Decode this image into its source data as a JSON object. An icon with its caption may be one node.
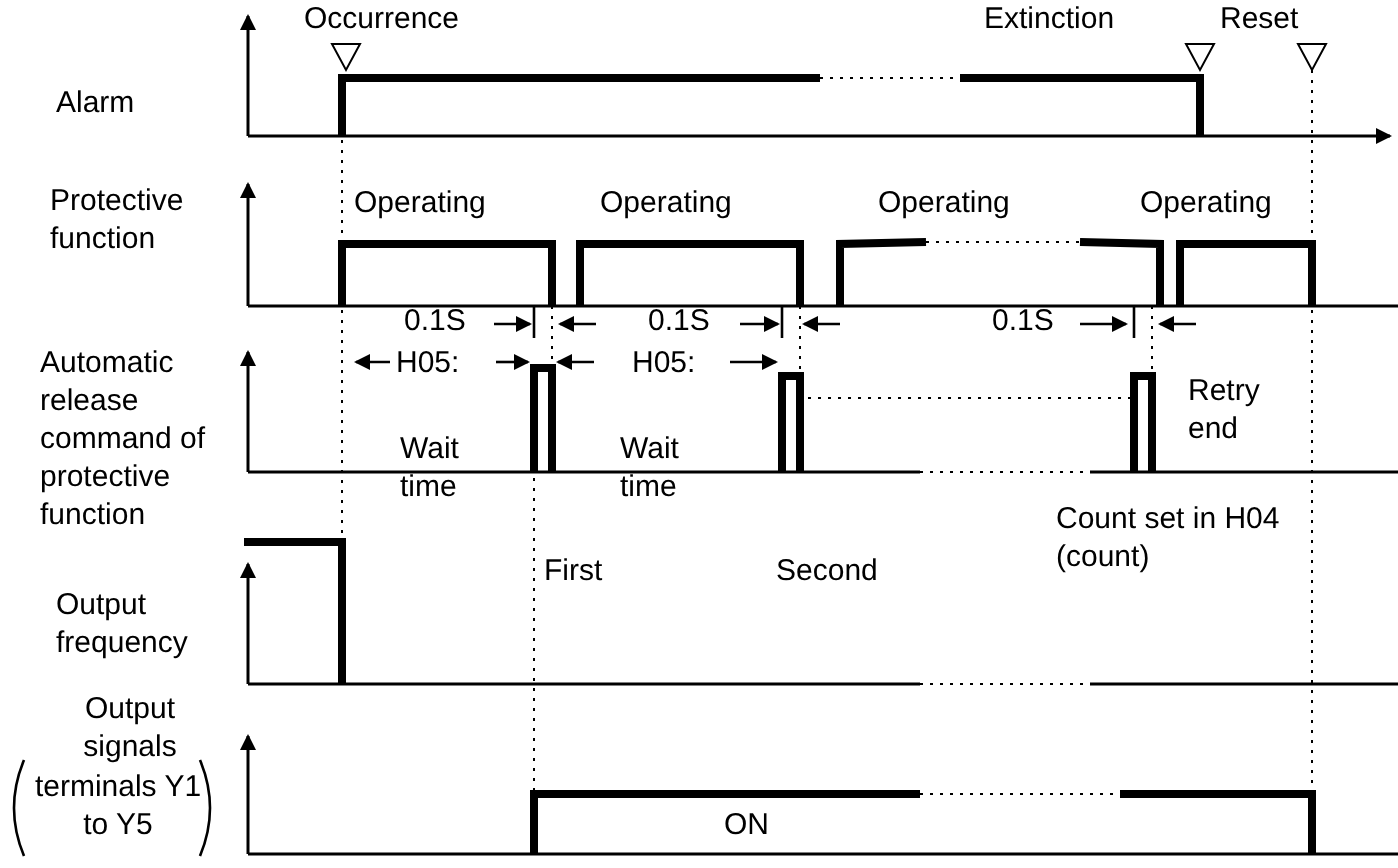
{
  "diagram": {
    "labels": [
      "Occurrence",
      "Extinction",
      "Reset",
      "Alarm",
      "Protective function",
      "Operating",
      "Operating",
      "Operating",
      "Operating",
      "Automatic release command of protective function",
      "0.1S",
      "0.1S",
      "0.1S",
      "H05:",
      "H05:",
      "Wait time",
      "Wait time",
      "Retry end",
      "Count set in H04 (count)",
      "First",
      "Second",
      "Output frequency",
      "Output signals",
      "terminals Y1 to Y5",
      "ON"
    ]
  }
}
